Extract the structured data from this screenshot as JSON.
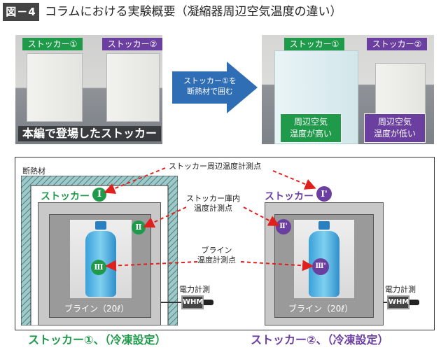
{
  "header": {
    "figure_label": "図－4",
    "title": "コラムにおける実験概要（凝縮器周辺空気温度の違い）"
  },
  "photo_left": {
    "tag1": "ストッカー①",
    "tag2": "ストッカー②",
    "caption": "本編で登場したストッカー"
  },
  "arrow": {
    "line1": "ストッカー①を",
    "line2": "断熱材で囲む"
  },
  "photo_right": {
    "tag1": "ストッカー①",
    "tag2": "ストッカー②",
    "temp_high_line1": "周辺空気",
    "temp_high_line2": "温度が高い",
    "temp_low_line1": "周辺空気",
    "temp_low_line2": "温度が低い"
  },
  "diagram": {
    "insulation_label": "断熱材",
    "ambient_point_label": "ストッカー周辺温度計測点",
    "interior_point_line1": "ストッカー庫内",
    "interior_point_line2": "温度計測点",
    "brine_point_line1": "ブライン",
    "brine_point_line2": "温度計測点",
    "stocker1_name": "ストッカー",
    "stocker2_name": "ストッカー",
    "badge_I": "Ⅰ",
    "badge_II": "Ⅱ",
    "badge_III": "Ⅲ",
    "badge_I_prime": "Ⅰ'",
    "badge_II_prime": "Ⅱ'",
    "badge_III_prime": "Ⅲ'",
    "brine_caption_left": "ブライン（20ℓ）",
    "brine_caption_right": "ブライン（20ℓ）",
    "power_label_left": "電力計測",
    "power_label_right": "電力計測",
    "whm_left": "WHM",
    "whm_right": "WHM",
    "bottom_label_left": "ストッカー①、（冷凍設定）",
    "bottom_label_right": "ストッカー②、（冷凍設定）"
  },
  "colors": {
    "green": "#1f9a4a",
    "purple": "#6b3fa0",
    "arrow_blue": "#2f6db5",
    "dashed_red": "#e0201c"
  }
}
